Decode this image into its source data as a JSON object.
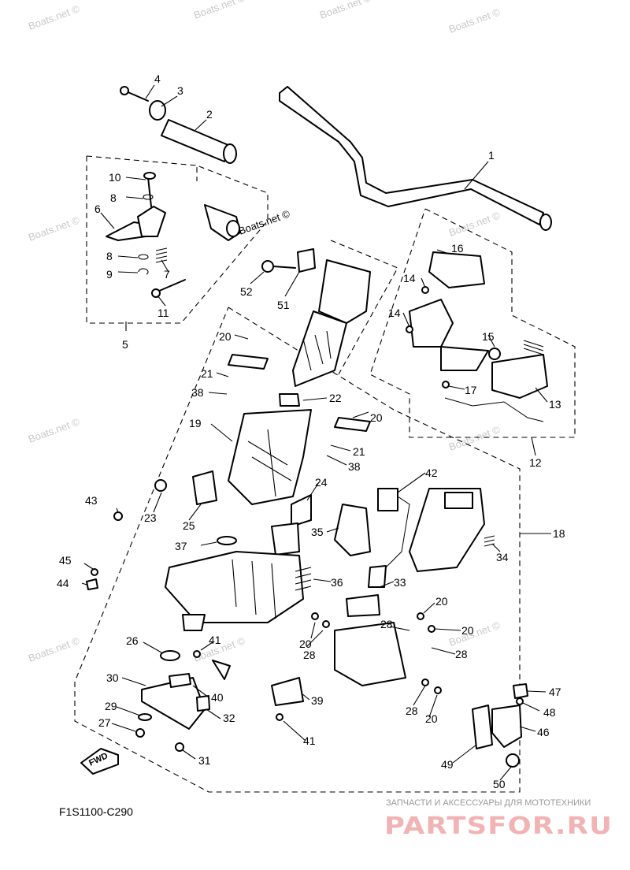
{
  "diagram": {
    "code": "F1S1100-C290",
    "fwd_label": "FWD",
    "watermark": "Boats.net ©",
    "footer": {
      "tagline": "ЗАПЧАСТИ И АКСЕССУАРЫ ДЛЯ МОТОТЕХНИКИ",
      "brand": "PARTSFOR.RU"
    },
    "callouts": [
      "1",
      "2",
      "3",
      "4",
      "5",
      "6",
      "7",
      "8",
      "8",
      "9",
      "10",
      "11",
      "12",
      "13",
      "14",
      "14",
      "15",
      "16",
      "17",
      "18",
      "19",
      "20",
      "20",
      "20",
      "20",
      "20",
      "20",
      "21",
      "21",
      "22",
      "23",
      "24",
      "25",
      "26",
      "27",
      "28",
      "28",
      "28",
      "28",
      "29",
      "30",
      "31",
      "32",
      "33",
      "34",
      "35",
      "36",
      "37",
      "38",
      "38",
      "39",
      "40",
      "41",
      "41",
      "42",
      "43",
      "44",
      "45",
      "46",
      "47",
      "48",
      "49",
      "50",
      "51",
      "52"
    ]
  }
}
